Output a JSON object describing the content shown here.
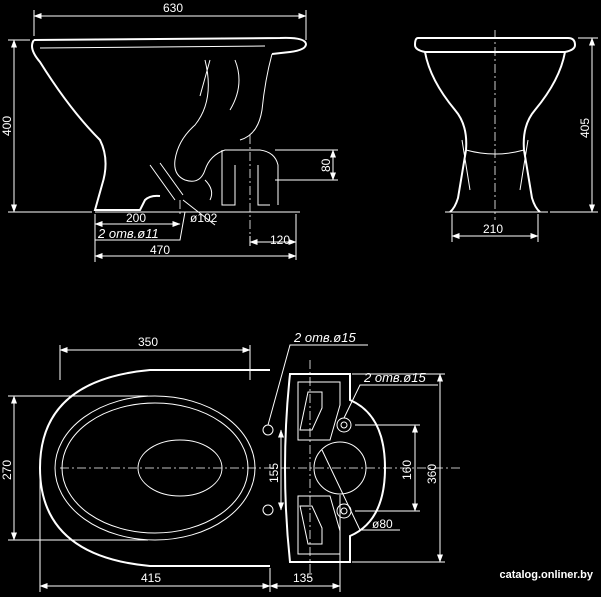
{
  "side_view": {
    "width_top": "630",
    "height": "400",
    "dim_200": "200",
    "dim_102": "ø102",
    "holes": "2 отв.ø11",
    "dim_470": "470",
    "dim_120": "120",
    "dim_80": "80"
  },
  "front_view": {
    "height": "405",
    "base_width": "210"
  },
  "top_view": {
    "bowl_length": "350",
    "width": "270",
    "holes_left": "2 отв.ø15",
    "holes_right": "2 отв.ø15",
    "dim_155": "155",
    "dim_160": "160",
    "dim_360": "360",
    "dim_80": "ø80",
    "dim_415": "415",
    "dim_135": "135"
  },
  "watermark": "catalog.onliner.by"
}
